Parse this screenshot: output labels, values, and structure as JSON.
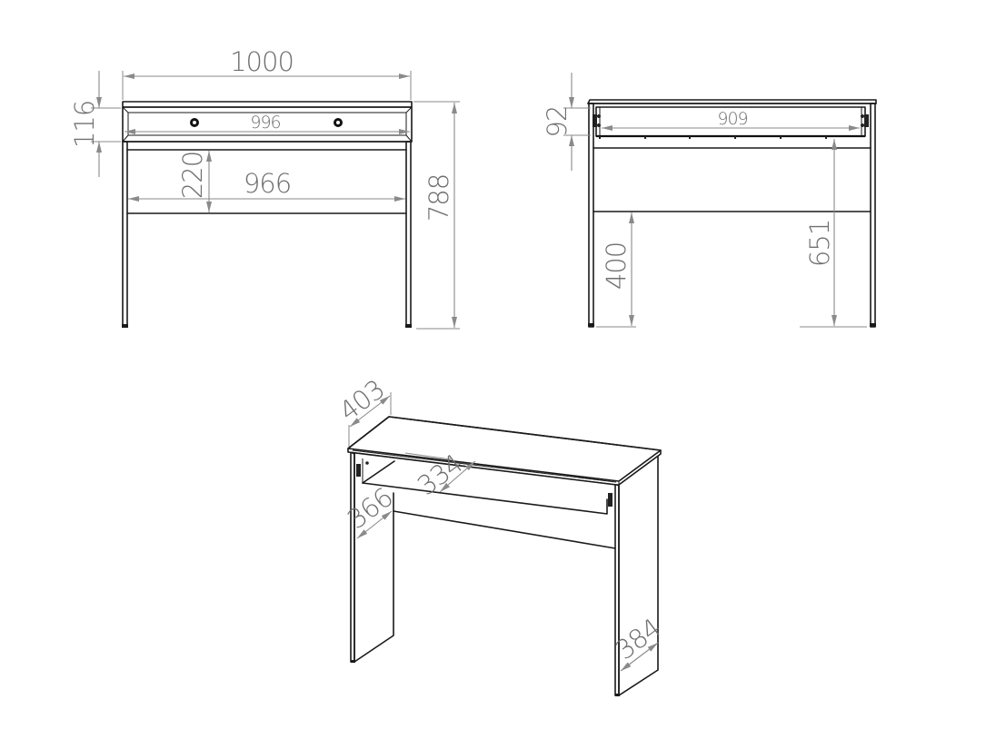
{
  "drawing": {
    "subject": "Desk with drawer - dimensioned technical drawing",
    "units": "mm",
    "line_color": "#1a1a1a",
    "dimension_color": "#8a8a8a",
    "label_color": "#6f6f6f"
  },
  "front_view": {
    "overall_width": "1000",
    "drawer_front_height": "116",
    "drawer_inner_width": "996",
    "apron_height": "220",
    "inner_width_between_legs": "966",
    "overall_height": "788",
    "knob_count": 2
  },
  "back_view": {
    "drawer_height": "92",
    "drawer_width": "909",
    "back_panel_bottom_height": "400",
    "drawer_bottom_height": "651"
  },
  "iso_view": {
    "top_depth": "403",
    "drawer_depth": "334",
    "side_depth_upper": "366",
    "side_depth_base": "384"
  }
}
